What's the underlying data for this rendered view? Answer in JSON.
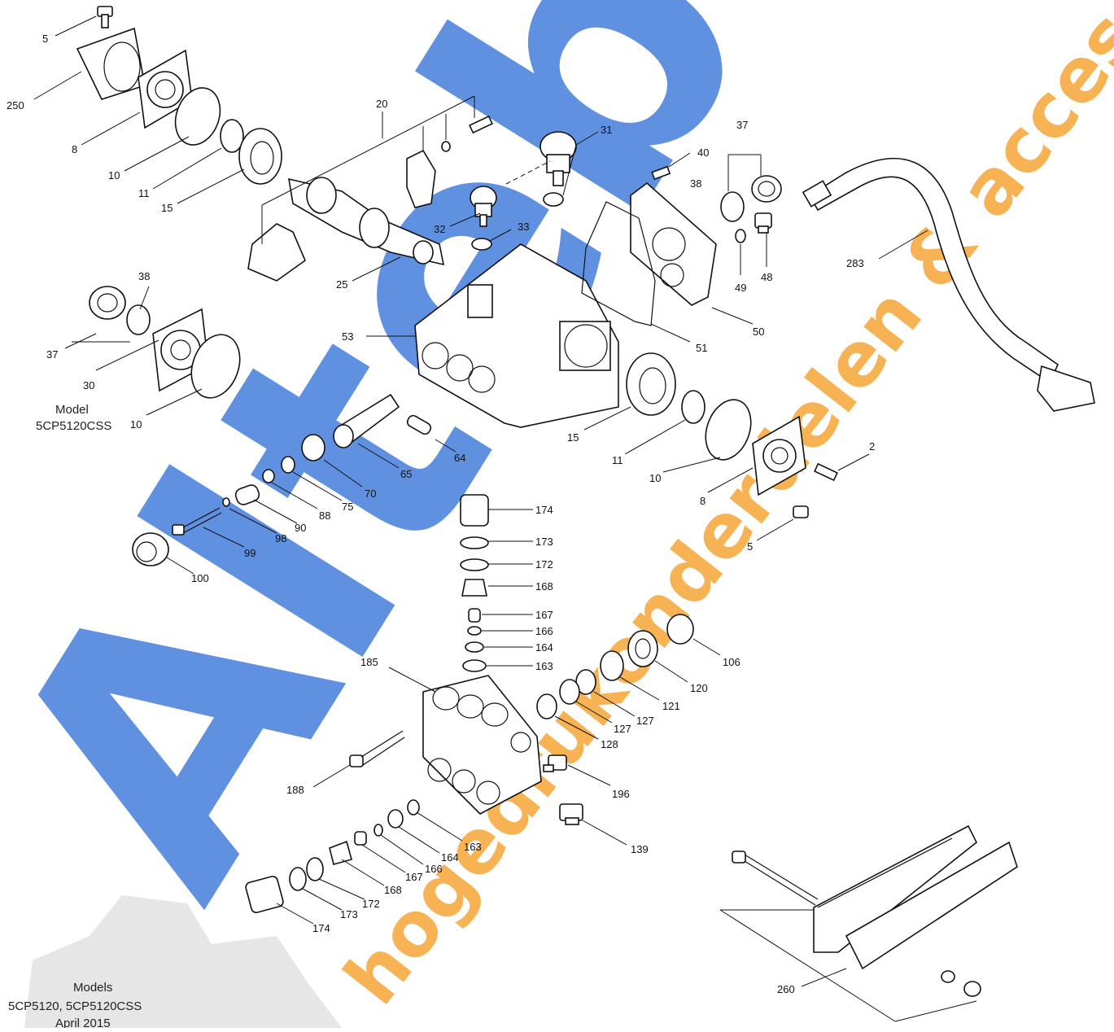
{
  "watermark": {
    "brand_text": "Alteba",
    "tagline_text": "hogedrukonderdelen & accessoires",
    "brand_color_blue": "#2f6fd6",
    "brand_color_orange": "#f39a1e",
    "gear_color": "#c8c8c8"
  },
  "labels": {
    "p2": "2",
    "p5a": "5",
    "p5b": "5",
    "p8a": "8",
    "p8b": "8",
    "p10a": "10",
    "p10b": "10",
    "p10c": "10",
    "p11a": "11",
    "p11b": "11",
    "p15a": "15",
    "p15b": "15",
    "p20": "20",
    "p25": "25",
    "p30": "30",
    "p31": "31",
    "p32": "32",
    "p33": "33",
    "p37a": "37",
    "p37b": "37",
    "p38a": "38",
    "p38b": "38",
    "p40": "40",
    "p48": "48",
    "p49": "49",
    "p50": "50",
    "p51": "51",
    "p53": "53",
    "p64": "64",
    "p65": "65",
    "p70": "70",
    "p75": "75",
    "p88": "88",
    "p90": "90",
    "p98": "98",
    "p99": "99",
    "p100": "100",
    "p106": "106",
    "p120": "120",
    "p121": "121",
    "p127a": "127",
    "p127b": "127",
    "p128": "128",
    "p139": "139",
    "p163a": "163",
    "p163b": "163",
    "p164a": "164",
    "p164b": "164",
    "p166a": "166",
    "p166b": "166",
    "p167a": "167",
    "p167b": "167",
    "p168a": "168",
    "p168b": "168",
    "p172a": "172",
    "p172b": "172",
    "p173a": "173",
    "p173b": "173",
    "p174a": "174",
    "p174b": "174",
    "p185": "185",
    "p188": "188",
    "p196": "196",
    "p250": "250",
    "p260": "260",
    "p283": "283"
  },
  "captions": {
    "model_single_line1": "Model",
    "model_single_line2": "5CP5120CSS",
    "models_line1": "Models",
    "models_line2": "5CP5120, 5CP5120CSS",
    "models_line3": "April 2015"
  }
}
